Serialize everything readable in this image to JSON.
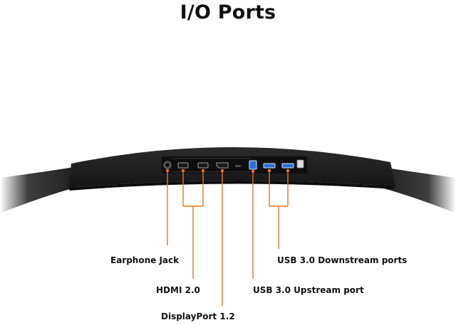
{
  "title": "I/O Ports",
  "colors": {
    "callout": "#e8731f",
    "monitor_body": "#1c1c1c",
    "usb_blue": "#2e6fd8",
    "background": "#ffffff",
    "text": "#111111"
  },
  "callouts": {
    "earphone_jack": "Earphone Jack",
    "hdmi": "HDMI 2.0",
    "displayport": "DisplayPort 1.2",
    "usb_upstream": "USB 3.0 Upstream port",
    "usb_downstream": "USB 3.0 Downstream ports"
  }
}
